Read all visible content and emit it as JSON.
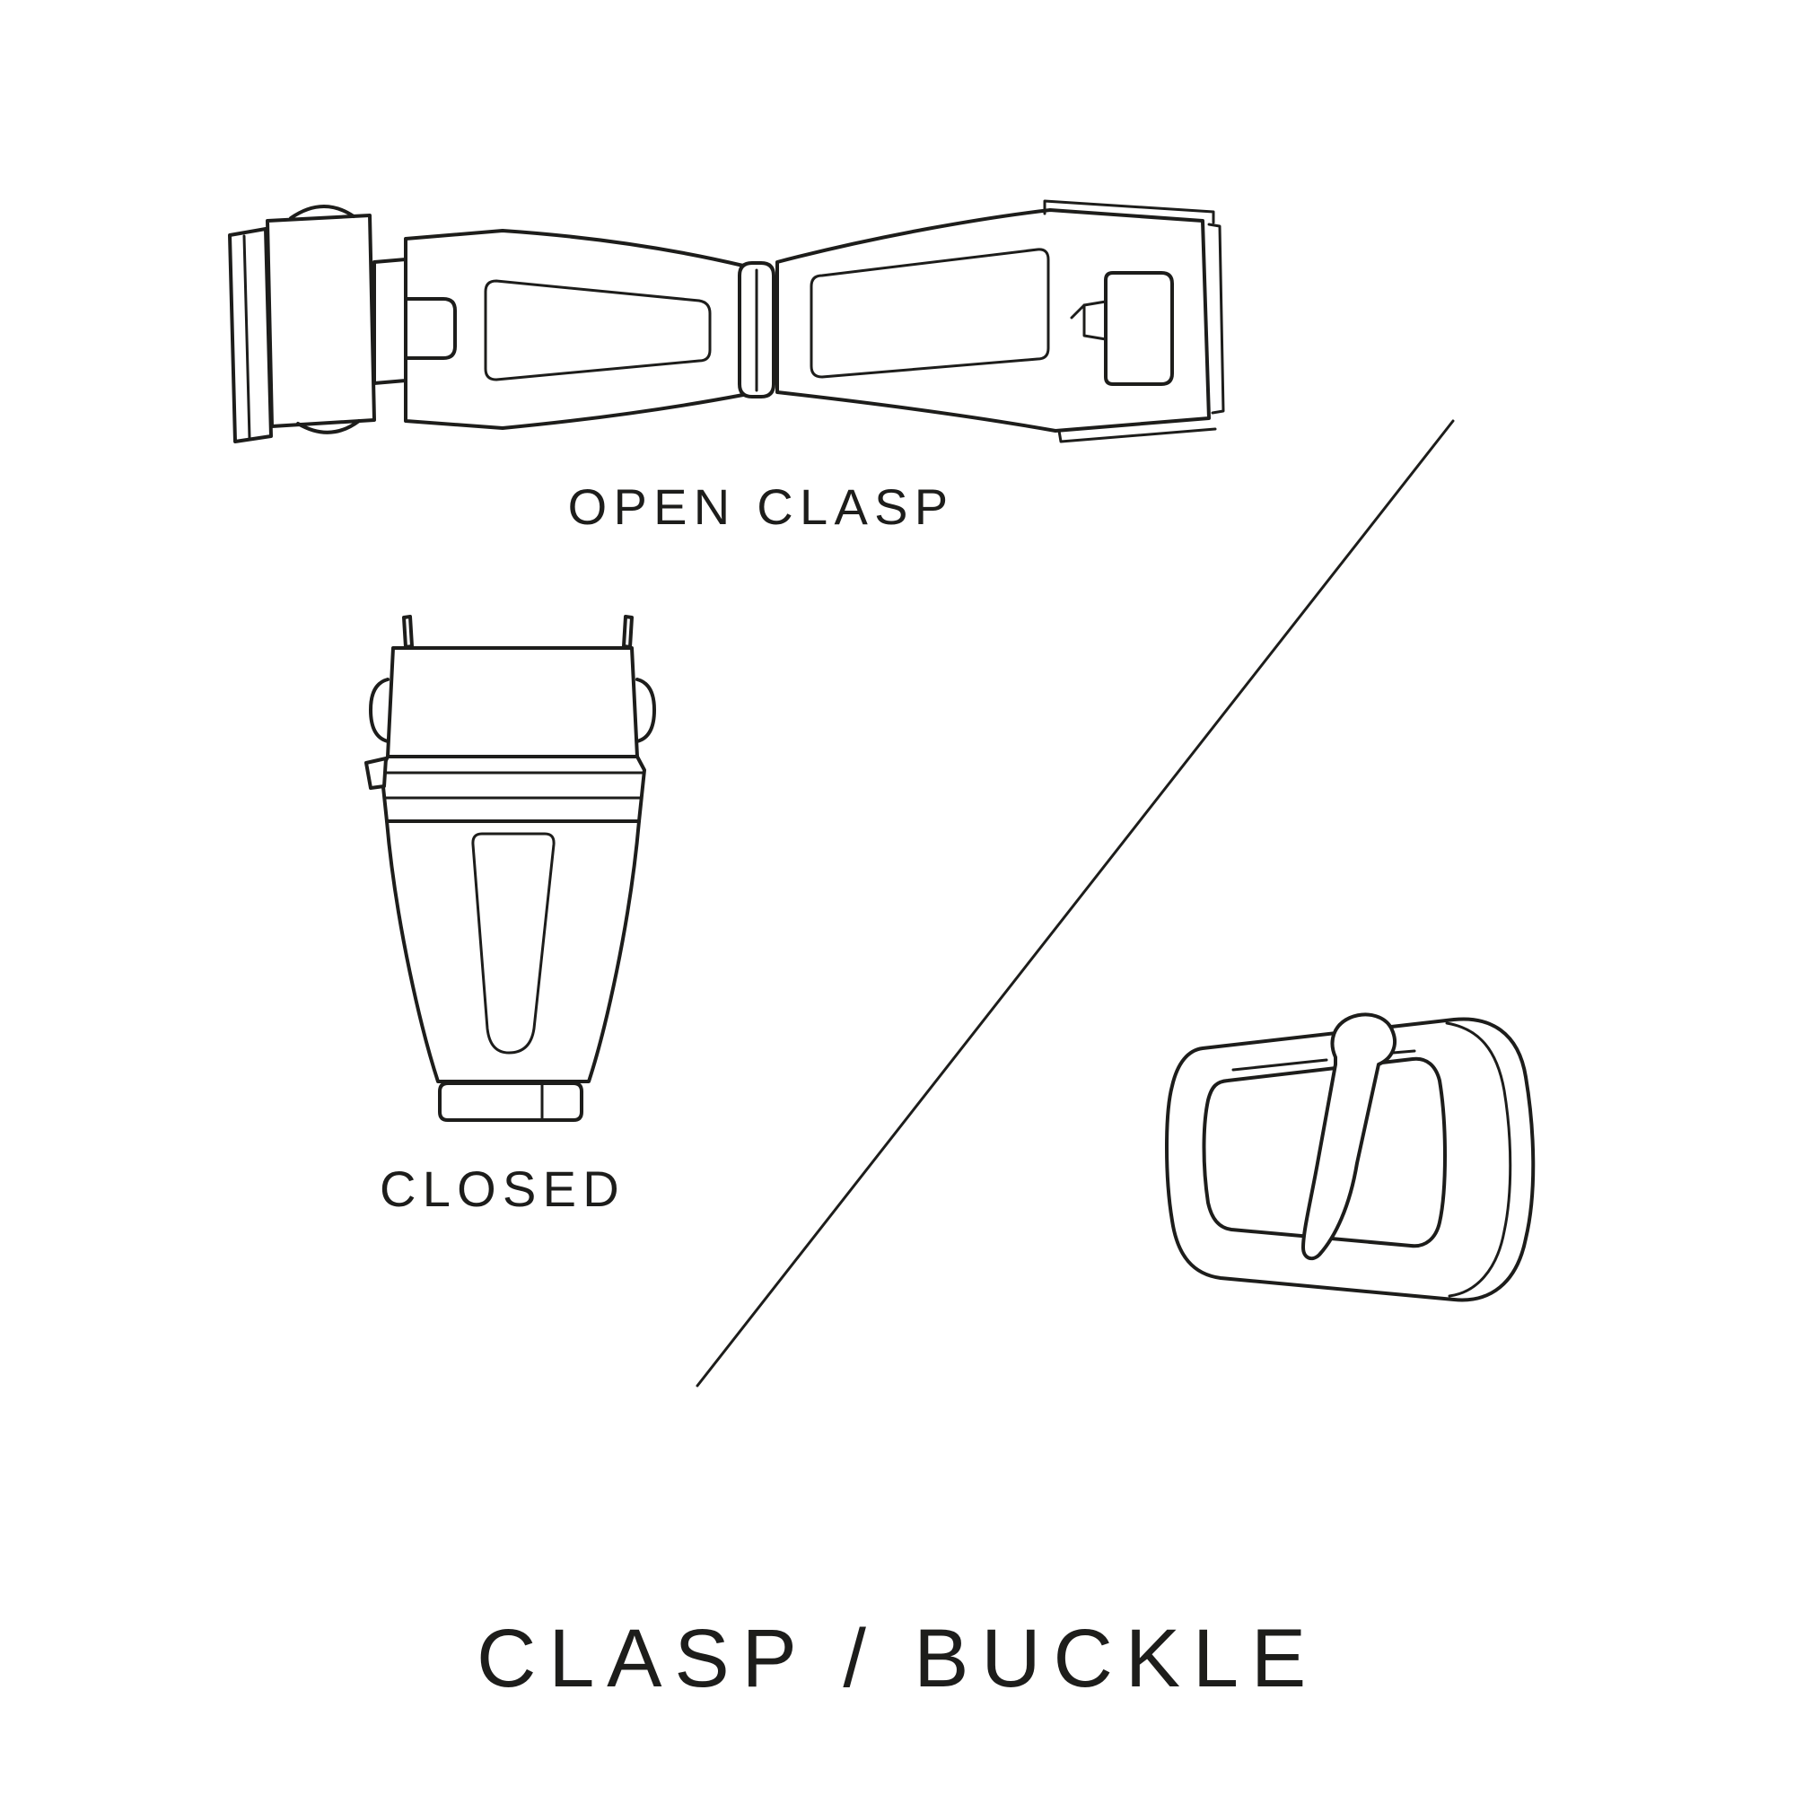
{
  "page": {
    "background": "#ffffff",
    "line_color": "#1d1d1b"
  },
  "labels": {
    "open_clasp": "OPEN CLASP",
    "closed": "CLOSED",
    "title": "CLASP / BUCKLE"
  },
  "illustrations": [
    {
      "name": "open-clasp",
      "caption": "OPEN CLASP"
    },
    {
      "name": "closed-clasp",
      "caption": "CLOSED"
    },
    {
      "name": "tang-buckle",
      "caption": ""
    }
  ]
}
